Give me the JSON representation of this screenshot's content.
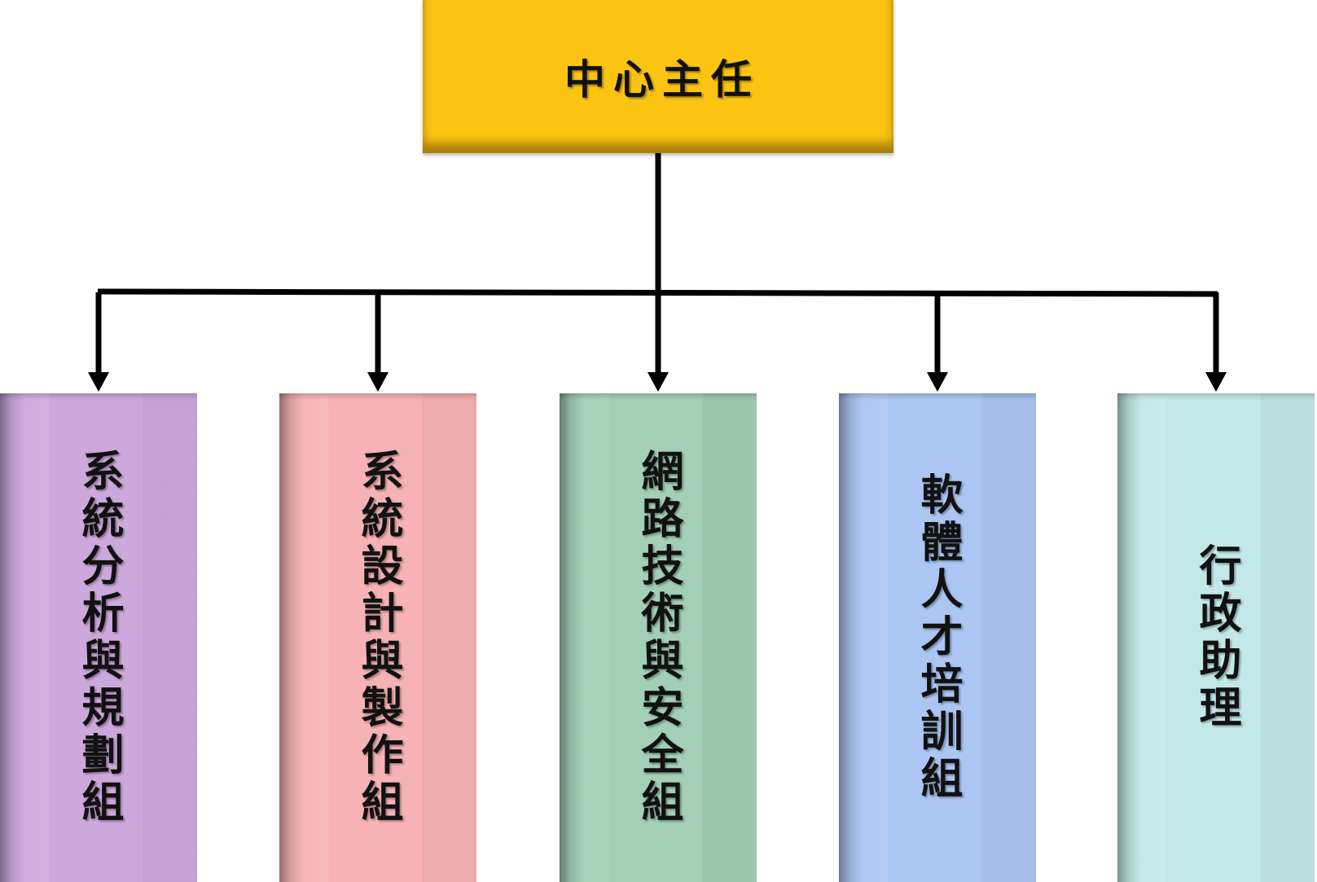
{
  "root": {
    "label": "中心主任",
    "color": "#fcc412"
  },
  "children": [
    {
      "label": "系統分析與規劃組",
      "color": "#cda8dc"
    },
    {
      "label": "系統設計與製作組",
      "color": "#f6b2b5"
    },
    {
      "label": "網路技術與安全組",
      "color": "#a2cfb5"
    },
    {
      "label": "軟體人才培訓組",
      "color": "#acc6f4"
    },
    {
      "label": "行政助理",
      "color": "#c3e8e8"
    }
  ]
}
